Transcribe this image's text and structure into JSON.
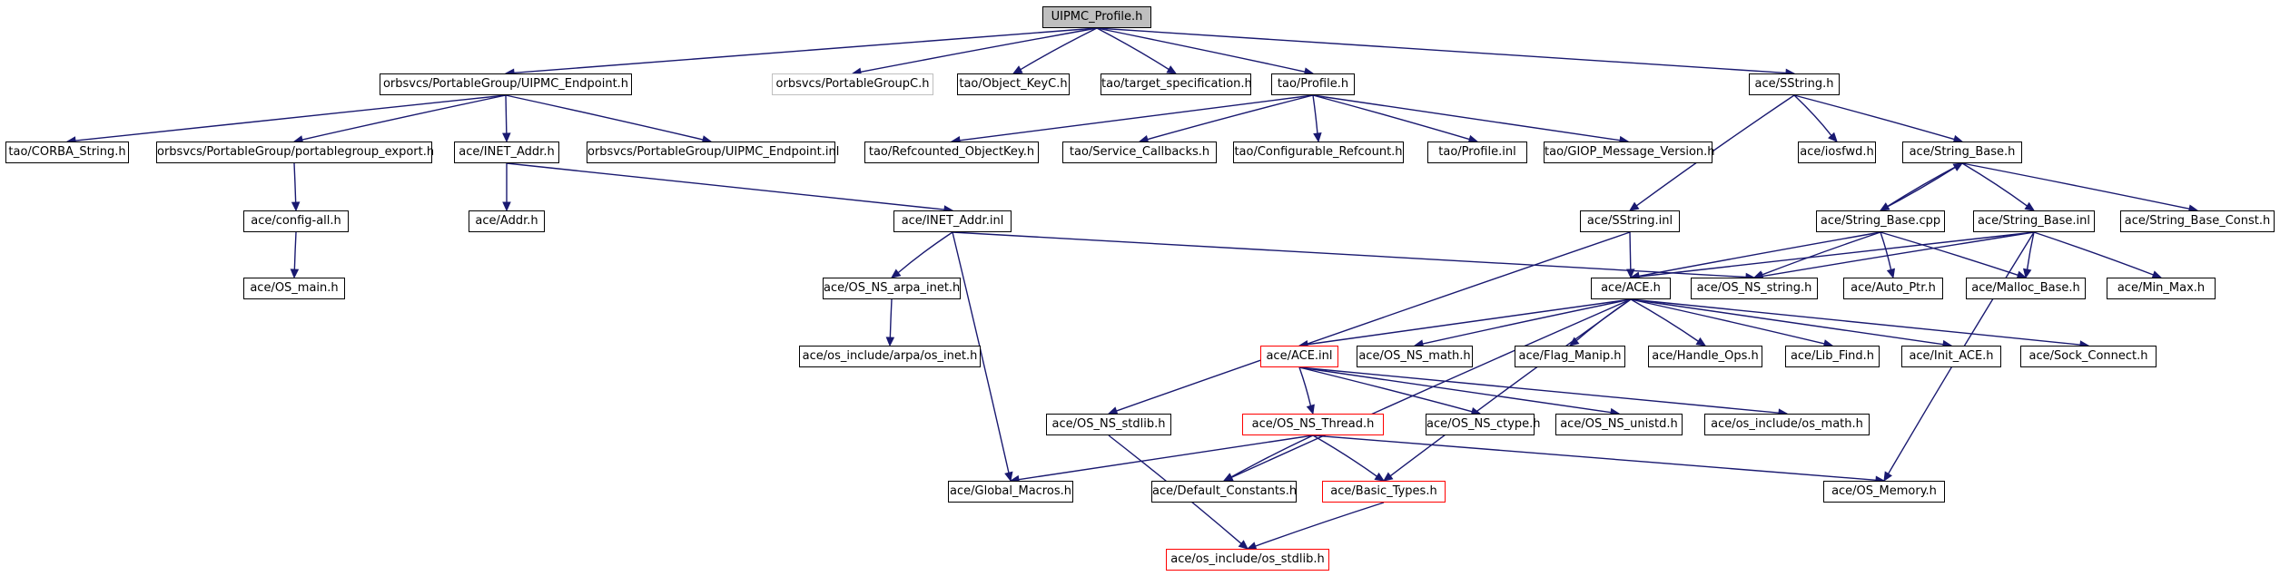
{
  "colors": {
    "edge": "#191970",
    "root_fill": "#bfbfbf",
    "missing_border": "#ff0000",
    "external_border": "#bfbfbf"
  },
  "nodes": [
    {
      "id": "root",
      "label": "UIPMC_Profile.h",
      "style": "root"
    },
    {
      "id": "endpoint_h",
      "label": "orbsvcs/PortableGroup/UIPMC_Endpoint.h"
    },
    {
      "id": "pgc_h",
      "label": "orbsvcs/PortableGroupC.h",
      "style": "gray"
    },
    {
      "id": "objkey",
      "label": "tao/Object_KeyC.h"
    },
    {
      "id": "target",
      "label": "tao/target_specification.h"
    },
    {
      "id": "profile_h",
      "label": "tao/Profile.h"
    },
    {
      "id": "sstring_h",
      "label": "ace/SString.h"
    },
    {
      "id": "corba_string",
      "label": "tao/CORBA_String.h"
    },
    {
      "id": "pg_export",
      "label": "orbsvcs/PortableGroup/portablegroup_export.h"
    },
    {
      "id": "inet_addr_h",
      "label": "ace/INET_Addr.h"
    },
    {
      "id": "endpoint_inl",
      "label": "orbsvcs/PortableGroup/UIPMC_Endpoint.inl"
    },
    {
      "id": "refcounted",
      "label": "tao/Refcounted_ObjectKey.h"
    },
    {
      "id": "service_cb",
      "label": "tao/Service_Callbacks.h"
    },
    {
      "id": "config_ref",
      "label": "tao/Configurable_Refcount.h"
    },
    {
      "id": "profile_inl",
      "label": "tao/Profile.inl"
    },
    {
      "id": "giop",
      "label": "tao/GIOP_Message_Version.h"
    },
    {
      "id": "iosfwd",
      "label": "ace/iosfwd.h"
    },
    {
      "id": "string_base_h",
      "label": "ace/String_Base.h"
    },
    {
      "id": "config_all",
      "label": "ace/config-all.h"
    },
    {
      "id": "addr_h",
      "label": "ace/Addr.h"
    },
    {
      "id": "inet_addr_inl",
      "label": "ace/INET_Addr.inl"
    },
    {
      "id": "sstring_inl",
      "label": "ace/SString.inl"
    },
    {
      "id": "string_base_cpp",
      "label": "ace/String_Base.cpp"
    },
    {
      "id": "string_base_inl",
      "label": "ace/String_Base.inl"
    },
    {
      "id": "string_base_const",
      "label": "ace/String_Base_Const.h"
    },
    {
      "id": "os_main",
      "label": "ace/OS_main.h"
    },
    {
      "id": "arpa_inet",
      "label": "ace/OS_NS_arpa_inet.h"
    },
    {
      "id": "ace_h",
      "label": "ace/ACE.h"
    },
    {
      "id": "os_ns_string",
      "label": "ace/OS_NS_string.h"
    },
    {
      "id": "auto_ptr",
      "label": "ace/Auto_Ptr.h"
    },
    {
      "id": "malloc_base",
      "label": "ace/Malloc_Base.h"
    },
    {
      "id": "min_max",
      "label": "ace/Min_Max.h"
    },
    {
      "id": "os_inet",
      "label": "ace/os_include/arpa/os_inet.h"
    },
    {
      "id": "ace_inl",
      "label": "ace/ACE.inl",
      "style": "red"
    },
    {
      "id": "os_ns_math",
      "label": "ace/OS_NS_math.h"
    },
    {
      "id": "flag_manip",
      "label": "ace/Flag_Manip.h"
    },
    {
      "id": "handle_ops",
      "label": "ace/Handle_Ops.h"
    },
    {
      "id": "lib_find",
      "label": "ace/Lib_Find.h"
    },
    {
      "id": "init_ace",
      "label": "ace/Init_ACE.h"
    },
    {
      "id": "sock_connect",
      "label": "ace/Sock_Connect.h"
    },
    {
      "id": "os_ns_stdlib",
      "label": "ace/OS_NS_stdlib.h"
    },
    {
      "id": "os_ns_thread",
      "label": "ace/OS_NS_Thread.h",
      "style": "red"
    },
    {
      "id": "os_ns_ctype",
      "label": "ace/OS_NS_ctype.h"
    },
    {
      "id": "os_ns_unistd",
      "label": "ace/OS_NS_unistd.h"
    },
    {
      "id": "os_math",
      "label": "ace/os_include/os_math.h"
    },
    {
      "id": "global_macros",
      "label": "ace/Global_Macros.h"
    },
    {
      "id": "default_consts",
      "label": "ace/Default_Constants.h"
    },
    {
      "id": "basic_types",
      "label": "ace/Basic_Types.h",
      "style": "red"
    },
    {
      "id": "os_memory",
      "label": "ace/OS_Memory.h"
    },
    {
      "id": "os_stdlib",
      "label": "ace/os_include/os_stdlib.h",
      "style": "red"
    }
  ],
  "edges": [
    [
      "root",
      "endpoint_h"
    ],
    [
      "root",
      "pgc_h"
    ],
    [
      "root",
      "objkey"
    ],
    [
      "root",
      "target"
    ],
    [
      "root",
      "profile_h"
    ],
    [
      "root",
      "sstring_h"
    ],
    [
      "endpoint_h",
      "corba_string"
    ],
    [
      "endpoint_h",
      "pg_export"
    ],
    [
      "endpoint_h",
      "inet_addr_h"
    ],
    [
      "endpoint_h",
      "endpoint_inl"
    ],
    [
      "pg_export",
      "config_all"
    ],
    [
      "config_all",
      "os_main"
    ],
    [
      "inet_addr_h",
      "addr_h"
    ],
    [
      "inet_addr_h",
      "inet_addr_inl"
    ],
    [
      "inet_addr_inl",
      "arpa_inet"
    ],
    [
      "inet_addr_inl",
      "global_macros"
    ],
    [
      "inet_addr_inl",
      "os_ns_string"
    ],
    [
      "arpa_inet",
      "os_inet"
    ],
    [
      "profile_h",
      "refcounted"
    ],
    [
      "profile_h",
      "service_cb"
    ],
    [
      "profile_h",
      "config_ref"
    ],
    [
      "profile_h",
      "profile_inl"
    ],
    [
      "profile_h",
      "giop"
    ],
    [
      "sstring_h",
      "sstring_inl"
    ],
    [
      "sstring_h",
      "iosfwd"
    ],
    [
      "sstring_h",
      "string_base_h"
    ],
    [
      "sstring_inl",
      "ace_h"
    ],
    [
      "sstring_inl",
      "os_ns_stdlib"
    ],
    [
      "string_base_h",
      "string_base_cpp"
    ],
    [
      "string_base_h",
      "string_base_inl"
    ],
    [
      "string_base_h",
      "string_base_const"
    ],
    [
      "string_base_cpp",
      "string_base_h"
    ],
    [
      "string_base_cpp",
      "ace_h"
    ],
    [
      "string_base_cpp",
      "os_ns_string"
    ],
    [
      "string_base_cpp",
      "auto_ptr"
    ],
    [
      "string_base_cpp",
      "malloc_base"
    ],
    [
      "string_base_inl",
      "malloc_base"
    ],
    [
      "string_base_inl",
      "min_max"
    ],
    [
      "string_base_inl",
      "os_ns_string"
    ],
    [
      "string_base_inl",
      "ace_h"
    ],
    [
      "string_base_inl",
      "os_memory"
    ],
    [
      "ace_h",
      "ace_inl"
    ],
    [
      "ace_h",
      "os_ns_math"
    ],
    [
      "ace_h",
      "flag_manip"
    ],
    [
      "ace_h",
      "handle_ops"
    ],
    [
      "ace_h",
      "lib_find"
    ],
    [
      "ace_h",
      "init_ace"
    ],
    [
      "ace_h",
      "sock_connect"
    ],
    [
      "ace_h",
      "default_consts"
    ],
    [
      "ace_h",
      "basic_types"
    ],
    [
      "ace_inl",
      "os_ns_thread"
    ],
    [
      "ace_inl",
      "os_ns_ctype"
    ],
    [
      "ace_inl",
      "os_ns_unistd"
    ],
    [
      "ace_inl",
      "os_math"
    ],
    [
      "os_ns_thread",
      "global_macros"
    ],
    [
      "os_ns_thread",
      "default_consts"
    ],
    [
      "os_ns_thread",
      "basic_types"
    ],
    [
      "os_ns_thread",
      "os_memory"
    ],
    [
      "os_ns_stdlib",
      "os_stdlib"
    ],
    [
      "basic_types",
      "os_stdlib"
    ]
  ]
}
